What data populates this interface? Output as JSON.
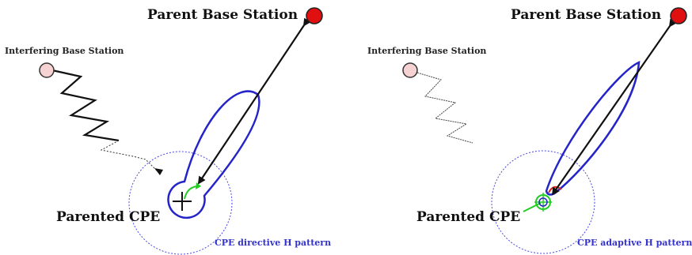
{
  "left": {
    "parent_label": "Parent Base Station",
    "interfering_label": "Interfering Base Station",
    "cpe_label": "Parented CPE",
    "pattern_label": "CPE directive H pattern"
  },
  "right": {
    "parent_label": "Parent Base Station",
    "interfering_label": "Interfering Base Station",
    "cpe_label": "Parented CPE",
    "pattern_label": "CPE adaptive H pattern"
  },
  "colors": {
    "parent_station": "#e01010",
    "interfering_station": "#f6d2d2",
    "beam": "#2424c8",
    "arrow": "#111111",
    "coverage_circle": "#4a4ae0",
    "steer": "#22cc22",
    "null": "#e02020"
  }
}
